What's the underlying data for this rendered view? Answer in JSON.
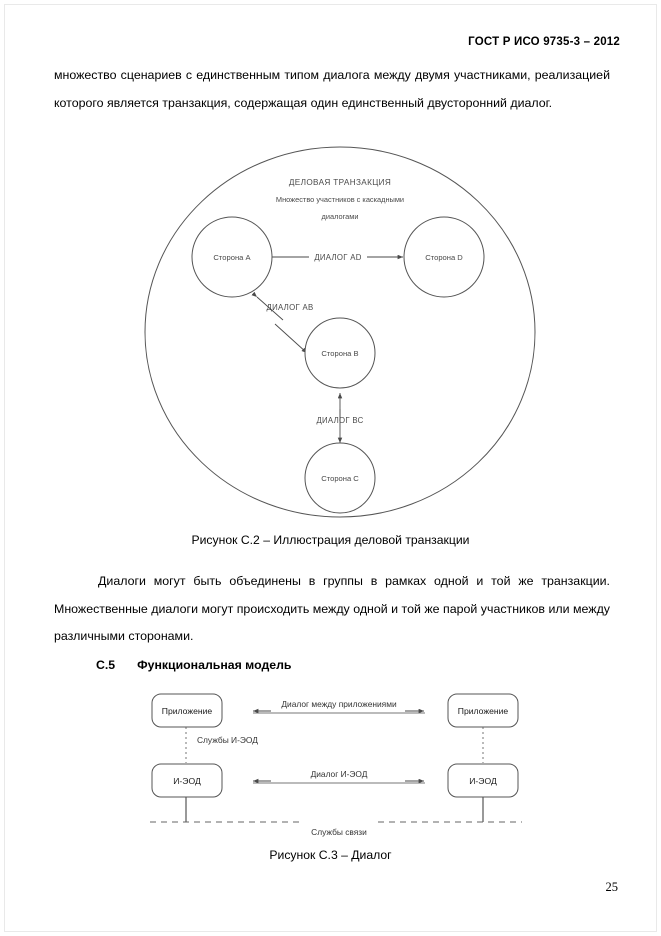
{
  "document": {
    "header": "ГОСТ Р ИСО 9735-3 – 2012",
    "page_number": "25"
  },
  "paragraphs": {
    "p1": "множество сценариев с единственным типом диалога между двумя участниками, реализацией которого является транзакция, содержащая один единственный двусторонний диалог.",
    "p2": "Диалоги могут быть объединены в группы в рамках одной и той же транзакции. Множественные диалоги могут происходить между одной и той же парой участников или между различными сторонами."
  },
  "section": {
    "number": "C.5",
    "title": "Функциональная модель"
  },
  "figure_c2": {
    "caption": "Рисунок С.2 – Иллюстрация деловой транзакции",
    "container_title": "ДЕЛОВАЯ ТРАНЗАКЦИЯ",
    "container_subtitle_line1": "Множество участников с каскадными",
    "container_subtitle_line2": "диалогами",
    "nodes": [
      {
        "id": "A",
        "label": "Сторона А"
      },
      {
        "id": "D",
        "label": "Сторона D"
      },
      {
        "id": "B",
        "label": "Сторона В"
      },
      {
        "id": "C",
        "label": "Сторона С"
      }
    ],
    "edges": [
      {
        "id": "AD",
        "label": "ДИАЛОГ AD",
        "from": "A",
        "to": "D"
      },
      {
        "id": "AB",
        "label": "ДИАЛОГ АВ",
        "from": "A",
        "to": "B"
      },
      {
        "id": "BC",
        "label": "ДИАЛОГ ВС",
        "from": "B",
        "to": "C"
      }
    ]
  },
  "figure_c3": {
    "caption": "Рисунок С.3 – Диалог",
    "boxes": [
      {
        "id": "app-left",
        "label": "Приложение"
      },
      {
        "id": "app-right",
        "label": "Приложение"
      },
      {
        "id": "edi-left",
        "label": "И-ЭОД"
      },
      {
        "id": "edi-right",
        "label": "И-ЭОД"
      }
    ],
    "labels": {
      "app_dialog": "Диалог между приложениями",
      "edi_services": "Службы И-ЭОД",
      "edi_dialog": "Диалог И-ЭОД",
      "comm_services": "Службы связи"
    }
  }
}
